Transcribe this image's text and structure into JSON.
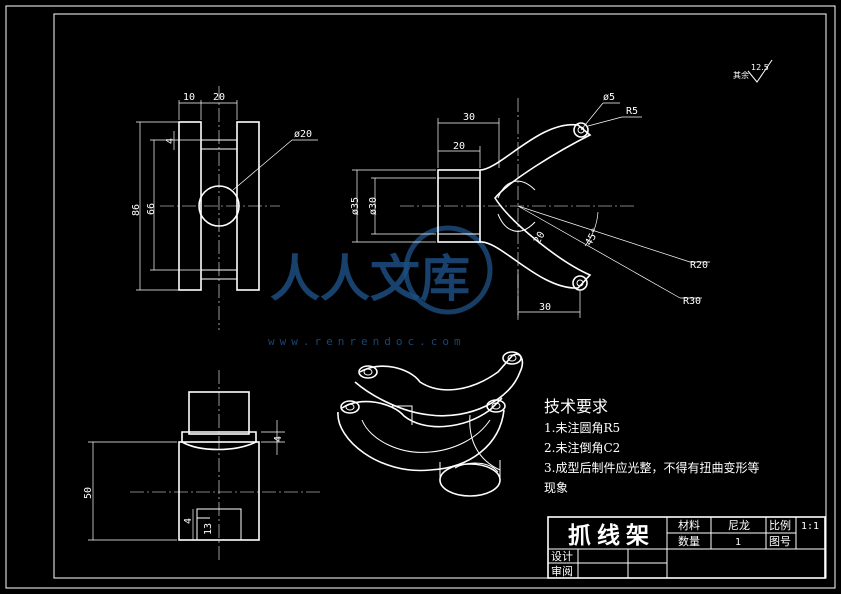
{
  "drawing": {
    "title": "抓线架",
    "surface_note": {
      "label": "其余",
      "value": "12.5"
    },
    "front_view": {
      "dims": [
        "10",
        "20",
        "4",
        "86",
        "66",
        "ø20"
      ]
    },
    "side_view": {
      "dims": [
        "30",
        "20",
        "ø5",
        "R5",
        "ø35",
        "ø30",
        "20",
        "45°",
        "R20",
        "R30",
        "30"
      ]
    },
    "bottom_view": {
      "dims": [
        "50",
        "4",
        "13",
        "4"
      ]
    },
    "tech": {
      "heading": "技术要求",
      "notes": [
        "1.未注圆角R5",
        "2.未注倒角C2",
        "3.成型后制件应光整，不得有扭曲变形等",
        "现象"
      ]
    },
    "title_block": {
      "material_label": "材料",
      "material_value": "尼龙",
      "scale_label": "比例",
      "scale_value": "1:1",
      "quantity_label": "数量",
      "quantity_value": "1",
      "drawing_no_label": "图号",
      "designer_label": "设计",
      "reviewer_label": "审阅"
    }
  },
  "watermark": {
    "text": "人人文库",
    "url": "www.renrendoc.com"
  }
}
